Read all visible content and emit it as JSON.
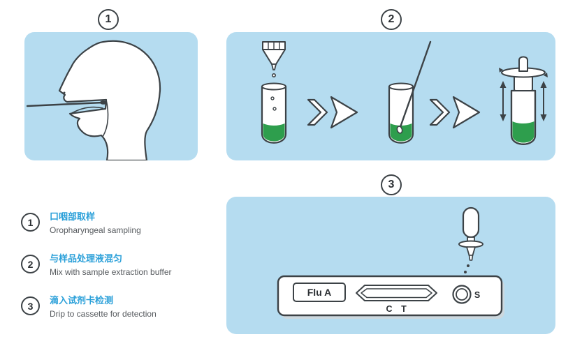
{
  "steps": [
    {
      "number": "1",
      "zh": "口咽部取样",
      "en": "Oropharyngeal sampling"
    },
    {
      "number": "2",
      "zh": "与样品处理液混匀",
      "en": "Mix with sample extraction buffer"
    },
    {
      "number": "3",
      "zh": "滴入试剂卡检测",
      "en": "Drip to cassette for detection"
    }
  ],
  "cassette": {
    "label": "Flu A",
    "line_c": "C",
    "line_t": "T",
    "sample_well": "S"
  },
  "colors": {
    "panel_blue": "#b5dcf0",
    "outline": "#3c4246",
    "liquid_green": "#2e9e4d",
    "step_text_blue": "#2ba0d9",
    "caption_gray": "#565a5e"
  }
}
